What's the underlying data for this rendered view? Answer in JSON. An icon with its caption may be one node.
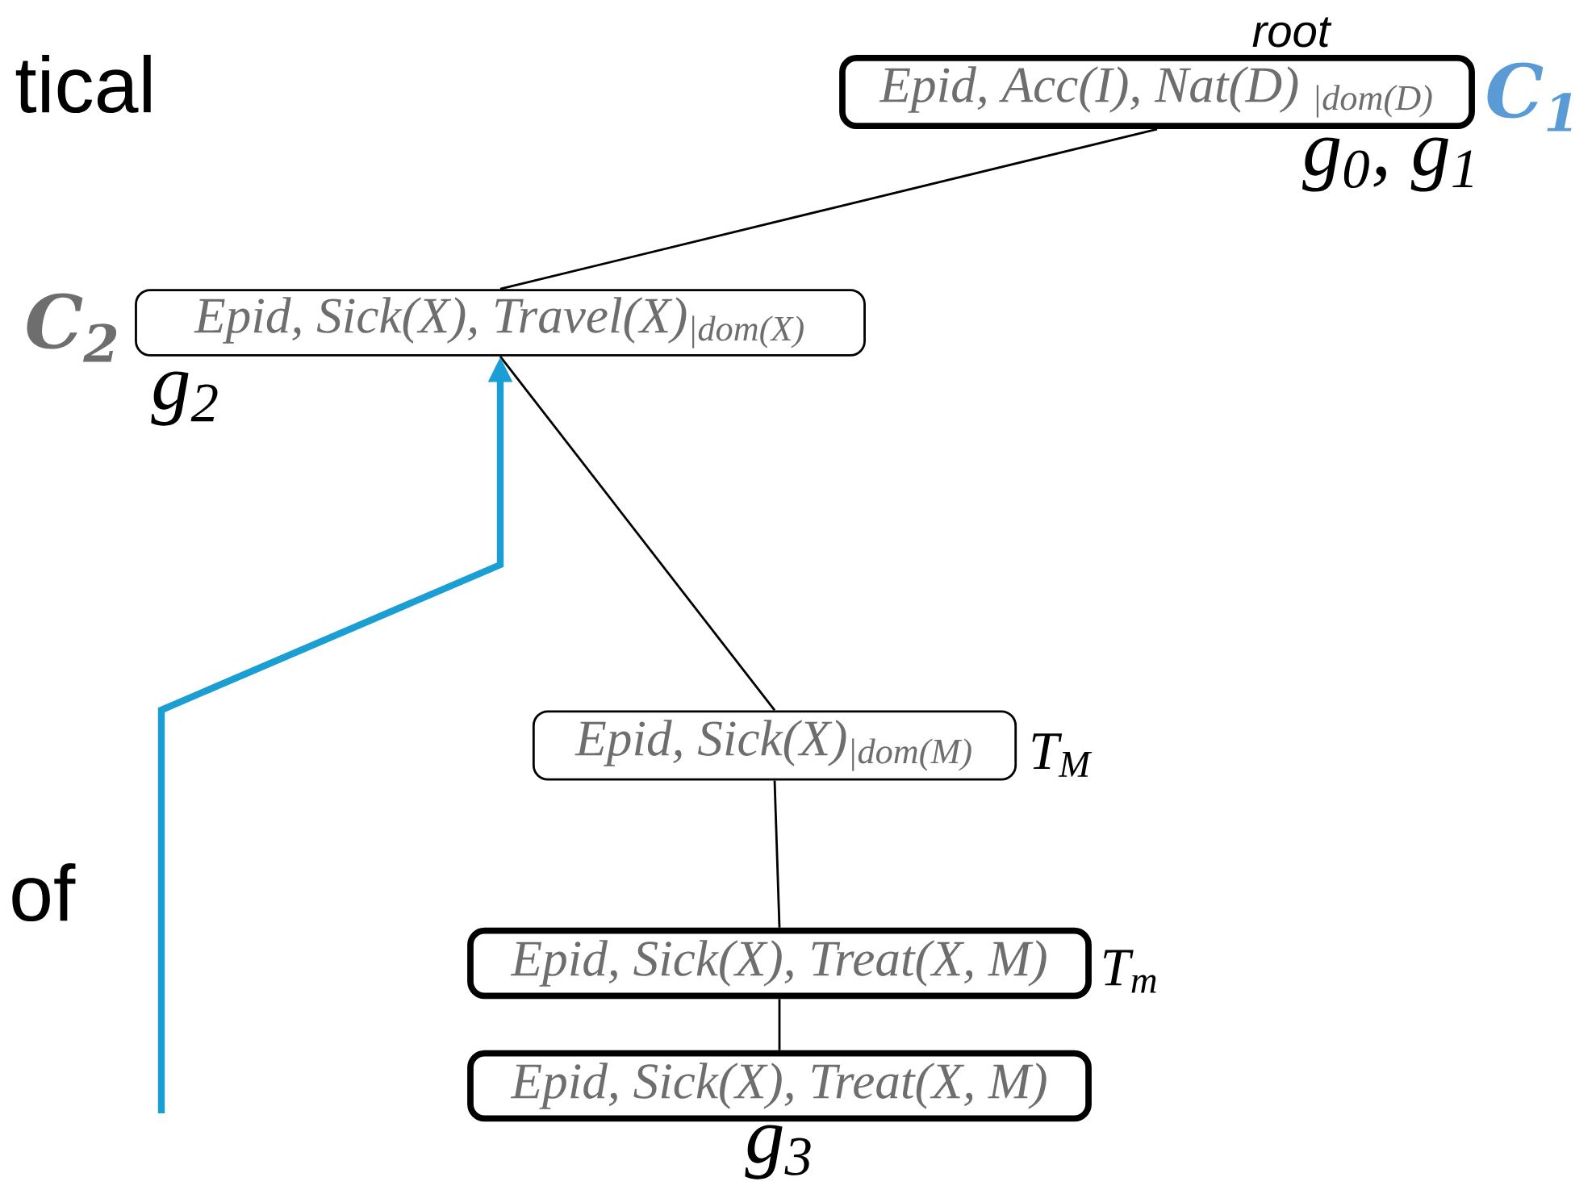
{
  "diagram": {
    "nodes": [
      {
        "text": [
          "Epid, Acc(I), Nat(D) $_{|dom(D)}$"
        ],
        "beside": [
          "root",
          "C$_{1}$",
          "g$_{0}$, g$_{1}$"
        ]
      },
      {
        "text": [
          "Epid, Sick(X), Travel(X)$_{|dom(X)}$"
        ],
        "beside": [
          "C$_{2}$",
          "g$_{2}$"
        ]
      },
      {
        "text": [
          "Epid, Sick(X)$_{|dom(M)}$"
        ],
        "beside": [
          "T$_{M}$"
        ]
      },
      {
        "text": [
          "Epid, Sick(X), Treat(X, M)"
        ],
        "beside": [
          "T$_{m}$"
        ]
      },
      {
        "text": [
          "Epid, Sick(X), Treat(X, M)"
        ],
        "beside": [
          "g$_{3}$"
        ]
      }
    ],
    "edges": [
      {
        "from": 0,
        "to": 1,
        "arrow": "none"
      },
      {
        "from": 1,
        "to": 2,
        "arrow": "none"
      },
      {
        "from": 2,
        "to": 3,
        "arrow": "none"
      },
      {
        "from": 3,
        "to": 4,
        "arrow": "none"
      },
      {
        "from": null,
        "to": 1,
        "arrow": "to",
        "style": "thick",
        "color": "#1a9ed4"
      }
    ],
    "labels": [
      "tical",
      "of"
    ]
  }
}
